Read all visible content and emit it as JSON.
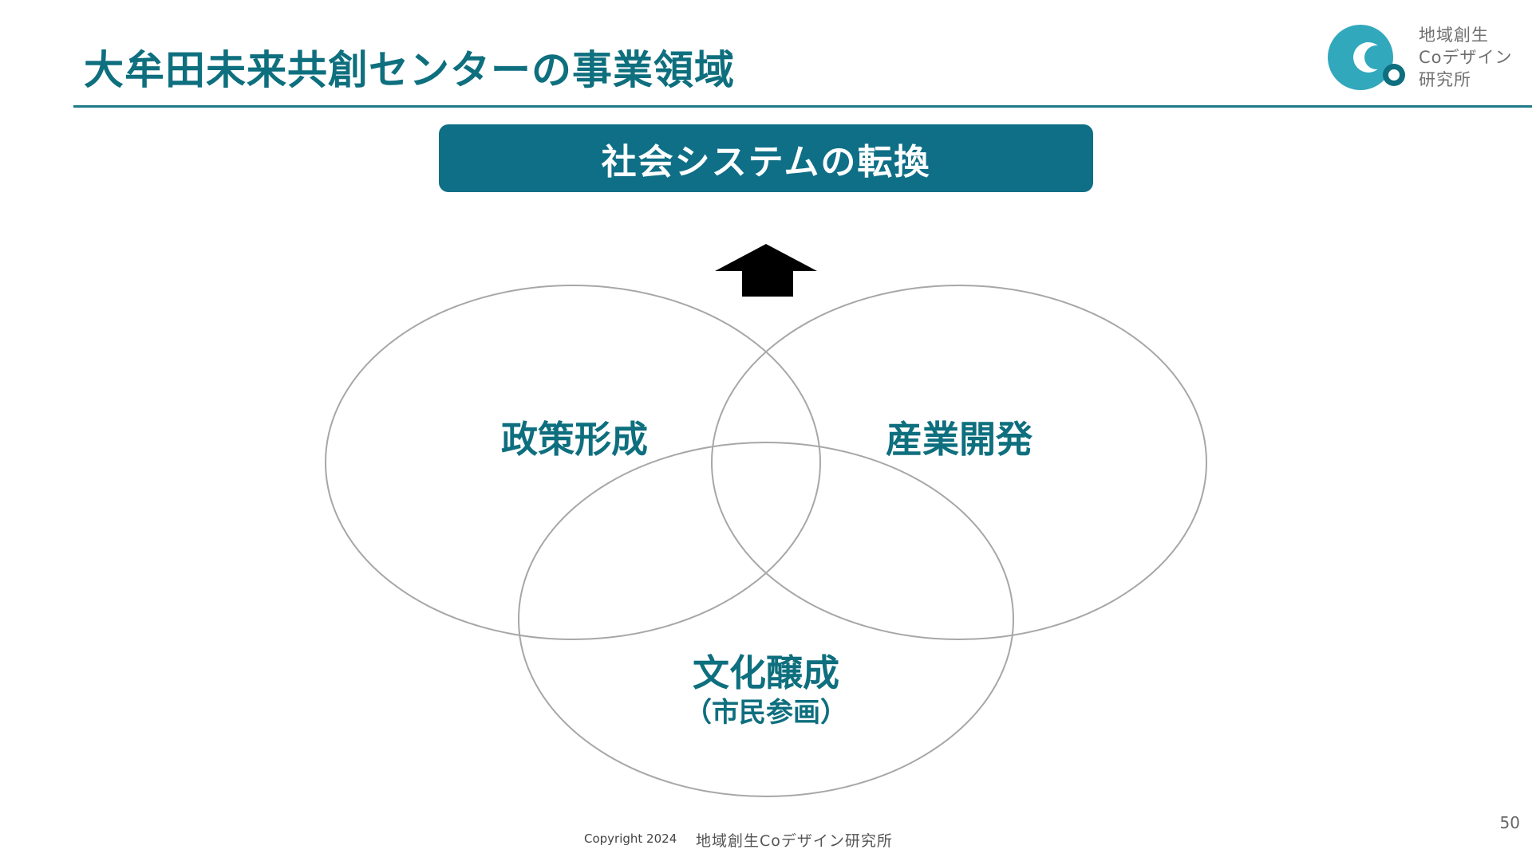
{
  "slide": {
    "title": "大牟田未来共創センターの事業領域",
    "page_number": "50"
  },
  "logo": {
    "line1": "地域創生",
    "line2": "Coデザイン",
    "line3": "研究所"
  },
  "banner": {
    "text": "社会システムの転換"
  },
  "venn": {
    "policy": "政策形成",
    "industry": "産業開発",
    "culture": "文化醸成",
    "culture_sub": "（市民参画）"
  },
  "footer": {
    "copyright": "Copyright 2024",
    "org": "地域創生Coデザイン研究所"
  },
  "colors": {
    "brand": "#0e6f7e",
    "banner": "#0e6f86",
    "circle_stroke": "#a7a7a7",
    "logo_mark": "#32a8bc"
  }
}
